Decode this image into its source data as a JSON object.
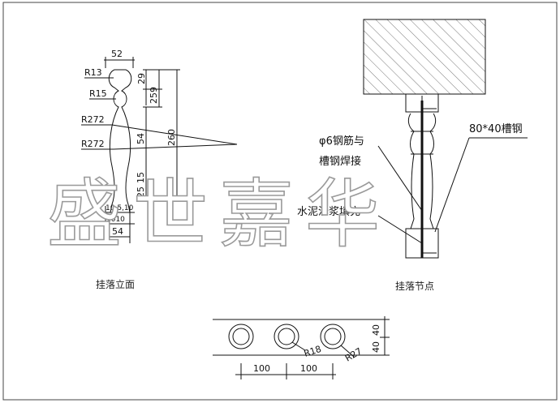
{
  "left_view": {
    "caption": "挂落立面",
    "dims": {
      "top_width": "52",
      "r13": "R13",
      "r15": "R15",
      "v29": "29",
      "v259": "259",
      "r272a": "R272",
      "r272b": "R272",
      "v54": "54",
      "v260": "260",
      "v15": "15",
      "v25": "25",
      "b1": "10,5,10",
      "b2": "1010",
      "b3": "54"
    }
  },
  "right_view": {
    "caption": "挂落节点",
    "note_rebar_line1": "φ6钢筋与",
    "note_rebar_line2": "槽钢焊接",
    "note_channel": "80*40槽钢",
    "note_fill": "水泥沙浆填充"
  },
  "bottom_view": {
    "r18": "R18",
    "r27": "R27",
    "spacing1": "100",
    "spacing2": "100",
    "h40a": "40",
    "h40b": "40"
  },
  "watermark": "盛世嘉华"
}
